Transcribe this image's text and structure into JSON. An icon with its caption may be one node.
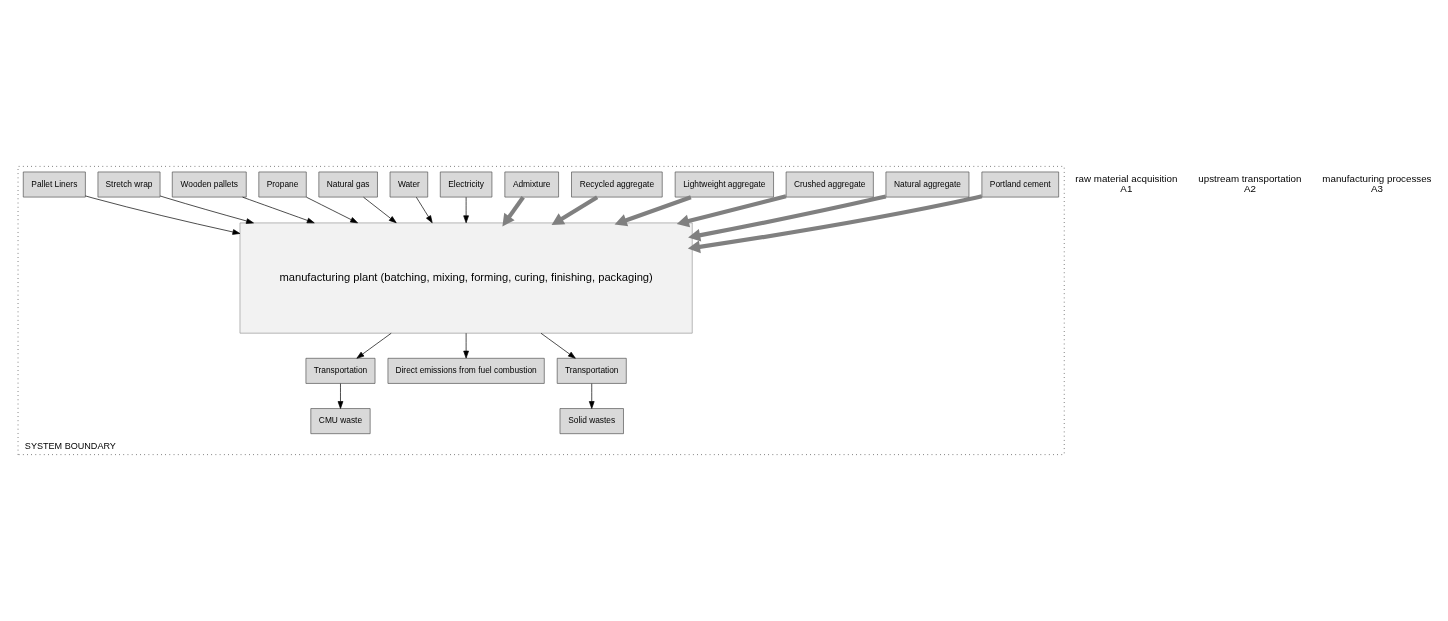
{
  "diagram": {
    "nodes": [
      {
        "text": [
          "SYSTEM BOUNDARY"
        ]
      },
      {
        "text": [
          "Portland cement"
        ],
        "in": 0
      },
      {
        "text": [
          "Natural aggregate"
        ],
        "in": 0
      },
      {
        "text": [
          "Crushed aggregate"
        ],
        "in": 0
      },
      {
        "text": [
          "Lightweight aggregate"
        ],
        "in": 0
      },
      {
        "text": [
          "Recycled aggregate"
        ],
        "in": 0
      },
      {
        "text": [
          "Admixture"
        ],
        "in": 0
      },
      {
        "text": [
          "manufacturing plant (batching, mixing, forming, curing, finishing, packaging)"
        ],
        "in": 0
      },
      {
        "text": [
          "Electricity"
        ],
        "in": 0
      },
      {
        "text": [
          "Water"
        ],
        "in": 0
      },
      {
        "text": [
          "Natural gas"
        ],
        "in": 0
      },
      {
        "text": [
          "Propane"
        ],
        "in": 0
      },
      {
        "text": [
          "Wooden pallets"
        ],
        "in": 0
      },
      {
        "text": [
          "Stretch wrap"
        ],
        "in": 0
      },
      {
        "text": [
          "Pallet Liners"
        ],
        "in": 0
      },
      {
        "text": [
          "Transportation"
        ],
        "in": 0
      },
      {
        "text": [
          "Direct emissions from fuel combustion"
        ],
        "in": 0
      },
      {
        "text": [
          "Transportation"
        ],
        "in": 0
      },
      {
        "text": [
          "CMU waste"
        ],
        "in": 0
      },
      {
        "text": [
          "Solid wastes"
        ],
        "in": 0
      }
    ],
    "edges": [
      {
        "from": 1,
        "to": 7,
        "arrow": "to",
        "style": "thick",
        "color": "#808080"
      },
      {
        "from": 2,
        "to": 7,
        "arrow": "to",
        "style": "thick",
        "color": "#808080"
      },
      {
        "from": 3,
        "to": 7,
        "arrow": "to",
        "style": "thick",
        "color": "#808080"
      },
      {
        "from": 4,
        "to": 7,
        "arrow": "to",
        "style": "thick",
        "color": "#808080"
      },
      {
        "from": 5,
        "to": 7,
        "arrow": "to",
        "style": "thick",
        "color": "#808080"
      },
      {
        "from": 6,
        "to": 7,
        "arrow": "to",
        "style": "thick",
        "color": "#808080"
      },
      {
        "from": 8,
        "to": 7,
        "arrow": "to"
      },
      {
        "from": 9,
        "to": 7,
        "arrow": "to"
      },
      {
        "from": 10,
        "to": 7,
        "arrow": "to"
      },
      {
        "from": 11,
        "to": 7,
        "arrow": "to"
      },
      {
        "from": 12,
        "to": 7,
        "arrow": "to"
      },
      {
        "from": 13,
        "to": 7,
        "arrow": "to"
      },
      {
        "from": 14,
        "to": 7,
        "arrow": "to"
      },
      {
        "from": 7,
        "to": 15,
        "arrow": "to"
      },
      {
        "from": 7,
        "to": 16,
        "arrow": "to"
      },
      {
        "from": 7,
        "to": 17,
        "arrow": "to"
      },
      {
        "from": 15,
        "to": 18,
        "arrow": "to"
      },
      {
        "from": 17,
        "to": 19,
        "arrow": "to"
      }
    ],
    "labels": [
      "raw material acquisition A1",
      "upstream transportation A2",
      "manufacturing processes A3"
    ]
  }
}
